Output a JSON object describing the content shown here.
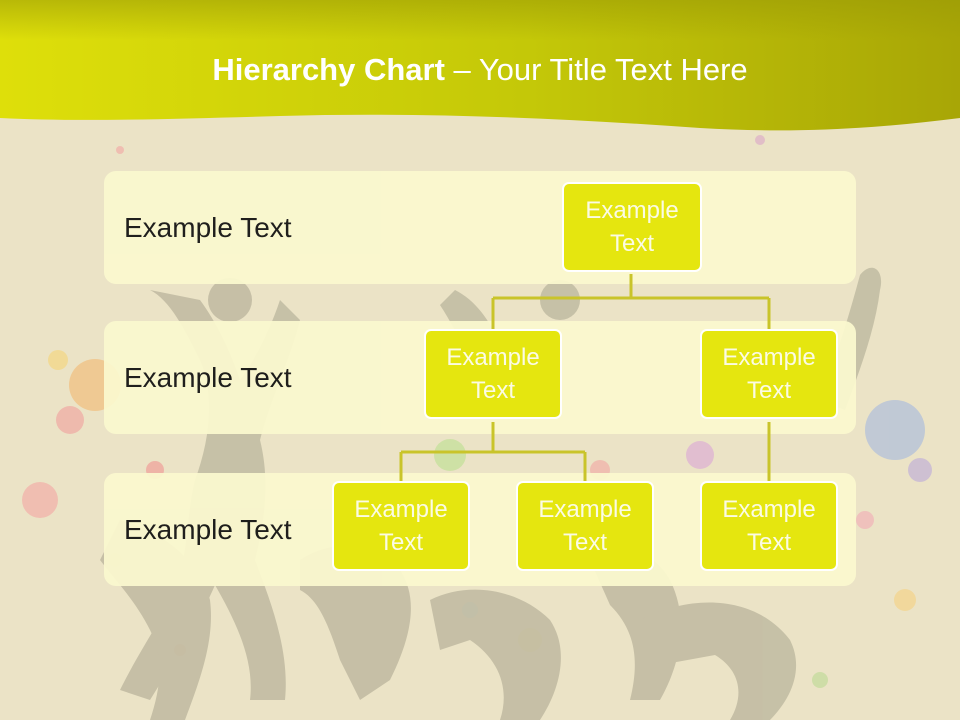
{
  "title": {
    "bold": "Hierarchy Chart",
    "dash": " – ",
    "rest": "Your Title Text Here"
  },
  "colors": {
    "header": "#c8cc06",
    "background": "#ebe3c6",
    "band": "#fbf9cf",
    "node": "#e5e60f",
    "connector": "#c9c42a",
    "silhouette": "#c2bca3"
  },
  "levels": [
    {
      "label": "Example Text"
    },
    {
      "label": "Example Text"
    },
    {
      "label": "Example Text"
    }
  ],
  "nodes": {
    "root": "Example Text",
    "level2_left": "Example Text",
    "level2_right": "Example Text",
    "level3_a": "Example Text",
    "level3_b": "Example Text",
    "level3_c": "Example Text"
  }
}
